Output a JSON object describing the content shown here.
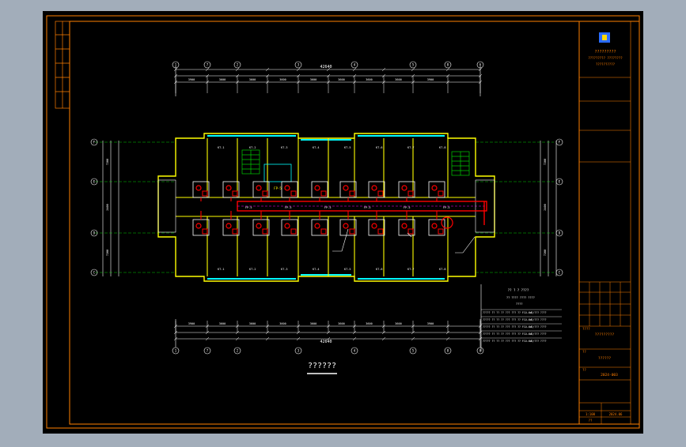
{
  "drawing": {
    "title": "??????",
    "colors": {
      "page_bg": "#a2adba",
      "sheet_bg": "#000000",
      "frame": "#ff7f00",
      "wall": "#ffff00",
      "window": "#00ffff",
      "duct": "#ff0000",
      "dim": "#ffffff",
      "grid_line": "#00ff00",
      "stair": "#00cc00",
      "pipe": "#ff00ff"
    },
    "grid_axes": {
      "horizontal": [
        "1",
        "2",
        "3",
        "4",
        "5",
        "6",
        "7",
        "8"
      ],
      "vertical": [
        "F",
        "E",
        "D",
        "C"
      ]
    },
    "dimensions": {
      "overall": "42640",
      "top_chain": [
        "3900",
        "3600",
        "3600",
        "3600",
        "3600",
        "3600",
        "3600",
        "3600",
        "3900"
      ],
      "side": [
        "7200",
        "2400",
        "7200"
      ]
    },
    "room_tags": [
      "KT-1",
      "KT-2",
      "KT-3",
      "KT-4",
      "KT-5",
      "KT-6",
      "KT-7",
      "KT-8"
    ],
    "fan_coil_labels": [
      "FP-5",
      "FP-5",
      "FP-5",
      "FP-5",
      "FP-5",
      "FP-5"
    ],
    "schedule": {
      "header": "?? ? ? ????",
      "subheader": "?? ???? ???? ????",
      "unit_label": "????",
      "rows": [
        [
          "?????",
          "?? ??",
          "??",
          "???",
          "???",
          "??",
          "FCU-4WD/???",
          "????"
        ],
        [
          "?????",
          "?? ??",
          "??",
          "???",
          "???",
          "??",
          "FCU-4WD/???",
          "????"
        ],
        [
          "?????",
          "?? ??",
          "??",
          "???",
          "???",
          "??",
          "FCU-4WD/???",
          "????"
        ],
        [
          "?????",
          "?? ??",
          "??",
          "???",
          "???",
          "??",
          "FCU-4WD/???",
          "????"
        ],
        [
          "?????",
          "?? ??",
          "??",
          "???",
          "???",
          "??",
          "FCU-4WD/???",
          "????"
        ]
      ]
    },
    "title_block": {
      "company_line1": "?????????",
      "company_line2": "????????? ????????",
      "company_line3": "??????????",
      "project_label": "????",
      "project_name": "?????????",
      "drawing_label": "??",
      "drawing_name": "??????",
      "number_label": "??",
      "number_value": "2024-003",
      "scale_value": "1:100",
      "date_value": "2024.06",
      "sheet_value": "??"
    }
  }
}
